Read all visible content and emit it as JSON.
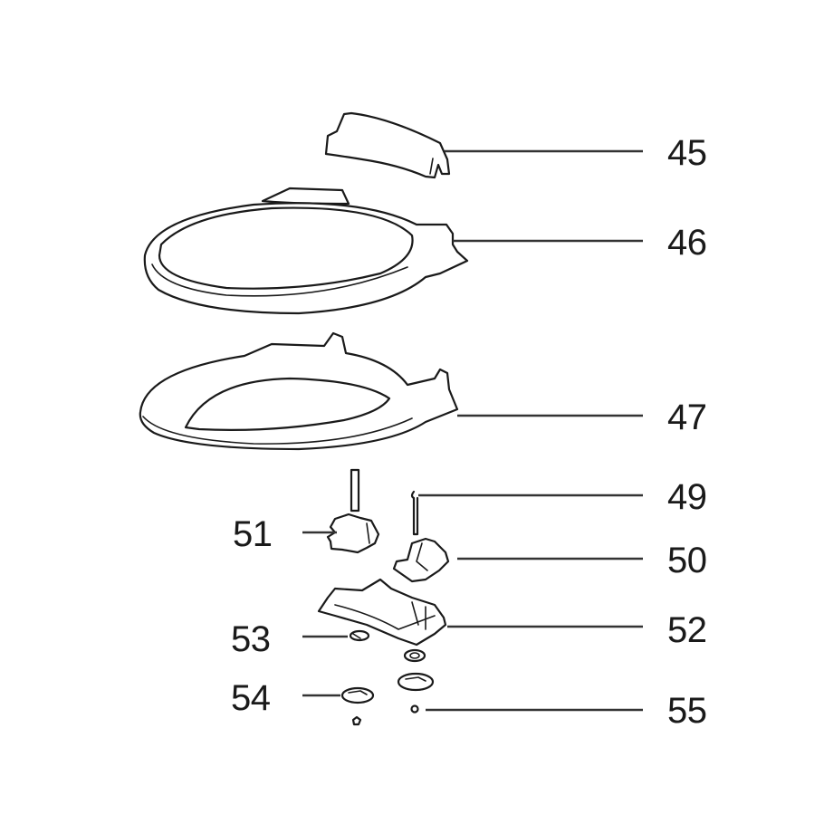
{
  "diagram": {
    "type": "exploded-parts-diagram",
    "subject": "toilet seat assembly",
    "line_color": "#1a1a1a",
    "background": "#ffffff",
    "callouts": [
      {
        "id": "45",
        "label": "45",
        "part": "hinge cover"
      },
      {
        "id": "46",
        "label": "46",
        "part": "lid"
      },
      {
        "id": "47",
        "label": "47",
        "part": "seat ring"
      },
      {
        "id": "49",
        "label": "49",
        "part": "hinge pin"
      },
      {
        "id": "50",
        "label": "50",
        "part": "right hinge"
      },
      {
        "id": "51",
        "label": "51",
        "part": "left hinge"
      },
      {
        "id": "52",
        "label": "52",
        "part": "hinge base plate"
      },
      {
        "id": "53",
        "label": "53",
        "part": "washer"
      },
      {
        "id": "54",
        "label": "54",
        "part": "nut"
      },
      {
        "id": "55",
        "label": "55",
        "part": "screw cap"
      }
    ]
  }
}
